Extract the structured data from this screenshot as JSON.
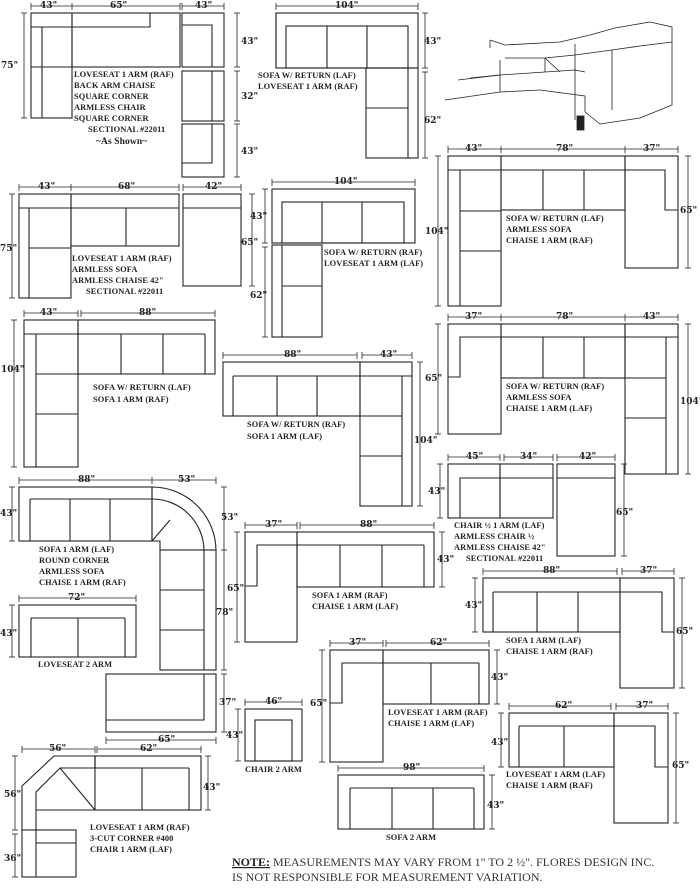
{
  "diagrams": [
    {
      "dims": [
        "43\"",
        "65\"",
        "43\"",
        "75\"",
        "43\"",
        "32\"",
        "43\""
      ],
      "label": [
        "LOVESEAT 1 ARM (RAF)",
        "BACK ARM CHAISE",
        "SQUARE CORNER",
        "ARMLESS CHAIR",
        "SQUARE CORNER",
        "SECTIONAL #22011",
        "~As Shown~"
      ]
    },
    {
      "dims": [
        "104\"",
        "43\"",
        "62\""
      ],
      "label": [
        "SOFA W/ RETURN (LAF)",
        "LOVESEAT 1 ARM (RAF)"
      ]
    },
    {
      "dims": [
        "43\"",
        "68\"",
        "42\"",
        "75\"",
        "65\""
      ],
      "label": [
        "LOVESEAT 1 ARM (RAF)",
        "ARMLESS SOFA",
        "ARMLESS CHAISE 42\"",
        "SECTIONAL #22011"
      ]
    },
    {
      "dims": [
        "104\"",
        "43\"",
        "62\""
      ],
      "label": [
        "SOFA W/ RETURN (RAF)",
        "LOVESEAT 1 ARM (LAF)"
      ]
    },
    {
      "dims": [
        "43\"",
        "78\"",
        "37\"",
        "104\"",
        "65\""
      ],
      "label": [
        "SOFA W/ RETURN (LAF)",
        "ARMLESS SOFA",
        "CHAISE 1 ARM (RAF)"
      ]
    },
    {
      "dims": [
        "43\"",
        "88\"",
        "104\""
      ],
      "label": [
        "SOFA W/ RETURN (LAF)",
        "SOFA 1 ARM (RAF)"
      ]
    },
    {
      "dims": [
        "88\"",
        "43\"",
        "104\""
      ],
      "label": [
        "SOFA W/ RETURN (RAF)",
        "SOFA 1 ARM (LAF)"
      ]
    },
    {
      "dims": [
        "37\"",
        "78\"",
        "43\"",
        "65\"",
        "104\""
      ],
      "label": [
        "SOFA W/ RETURN (RAF)",
        "ARMLESS SOFA",
        "CHAISE 1 ARM (LAF)"
      ]
    },
    {
      "dims": [
        "45\"",
        "34\"",
        "42\"",
        "43\"",
        "65\""
      ],
      "label": [
        "CHAIR ½ 1 ARM (LAF)",
        "ARMLESS CHAIR ½",
        "ARMLESS CHAISE 42\"",
        "SECTIONAL #22011"
      ]
    },
    {
      "dims": [
        "88\"",
        "53\"",
        "43\"",
        "53\"",
        "78\"",
        "37\"",
        "65\""
      ],
      "label": [
        "SOFA 1 ARM (LAF)",
        "ROUND CORNER",
        "ARMLESS SOFA",
        "CHAISE 1 ARM (RAF)"
      ]
    },
    {
      "dims": [
        "37\"",
        "88\"",
        "65\"",
        "43\""
      ],
      "label": [
        "SOFA 1 ARM (RAF)",
        "CHAISE 1 ARM (LAF)"
      ]
    },
    {
      "dims": [
        "88\"",
        "37\"",
        "43\"",
        "65\""
      ],
      "label": [
        "SOFA 1 ARM (LAF)",
        "CHAISE 1 ARM (RAF)"
      ]
    },
    {
      "dims": [
        "72\"",
        "43\""
      ],
      "label": [
        "LOVESEAT 2 ARM"
      ]
    },
    {
      "dims": [
        "37\"",
        "62\"",
        "65\"",
        "43\""
      ],
      "label": [
        "LOVESEAT 1 ARM (RAF)",
        "CHAISE 1 ARM (LAF)"
      ]
    },
    {
      "dims": [
        "46\"",
        "43\""
      ],
      "label": [
        "CHAIR 2 ARM"
      ]
    },
    {
      "dims": [
        "62\"",
        "37\"",
        "43\"",
        "65\""
      ],
      "label": [
        "LOVESEAT 1 ARM (LAF)",
        "CHAISE 1 ARM (RAF)"
      ]
    },
    {
      "dims": [
        "98\"",
        "43\""
      ],
      "label": [
        "SOFA 2 ARM"
      ]
    },
    {
      "dims": [
        "56\"",
        "62\"",
        "56\"",
        "43\"",
        "36\""
      ],
      "label": [
        "LOVESEAT 1 ARM (RAF)",
        "3-CUT CORNER #400",
        "CHAIR 1 ARM (LAF)"
      ]
    }
  ],
  "note": {
    "heading": "NOTE:",
    "line1": " MEASUREMENTS MAY VARY FROM 1\" TO 2 ½\". FLORES DESIGN INC.",
    "line2": "IS NOT RESPONSIBLE FOR MEASUREMENT VARIATION."
  }
}
